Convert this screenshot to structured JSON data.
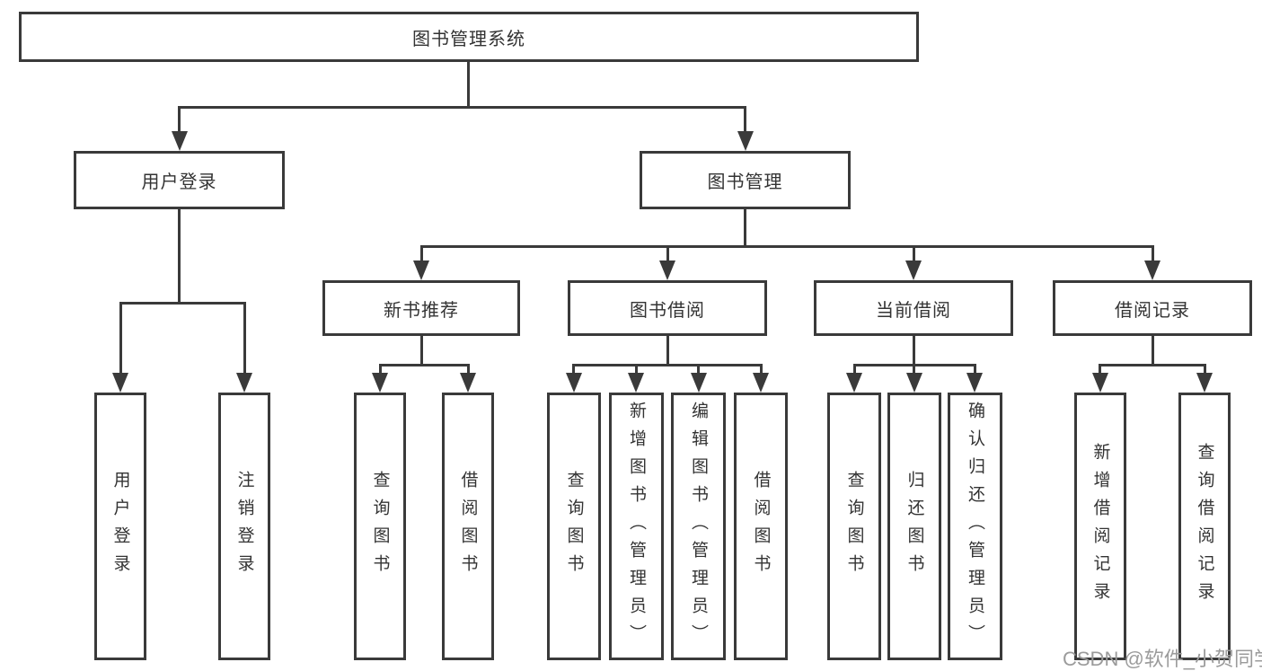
{
  "colors": {
    "line": "#3a3a3a",
    "text": "#333333",
    "watermark": "#9b9b9b",
    "background": "#ffffff"
  },
  "watermark": {
    "text": "CSDN @软件_小贺同学"
  },
  "tree": {
    "root": {
      "label": "图书管理系统",
      "children": [
        {
          "label": "用户登录",
          "children": [
            {
              "label": "用户登录"
            },
            {
              "label": "注销登录"
            }
          ]
        },
        {
          "label": "图书管理",
          "children": [
            {
              "label": "新书推荐",
              "children": [
                {
                  "label": "查询图书"
                },
                {
                  "label": "借阅图书"
                }
              ]
            },
            {
              "label": "图书借阅",
              "children": [
                {
                  "label": "查询图书"
                },
                {
                  "label": "新增图书（管理员）"
                },
                {
                  "label": "编辑图书（管理员）"
                },
                {
                  "label": "借阅图书"
                }
              ]
            },
            {
              "label": "当前借阅",
              "children": [
                {
                  "label": "查询图书"
                },
                {
                  "label": "归还图书"
                },
                {
                  "label": "确认归还（管理员）"
                }
              ]
            },
            {
              "label": "借阅记录",
              "children": [
                {
                  "label": "新增借阅记录"
                },
                {
                  "label": "查询借阅记录"
                }
              ]
            }
          ]
        }
      ]
    }
  }
}
